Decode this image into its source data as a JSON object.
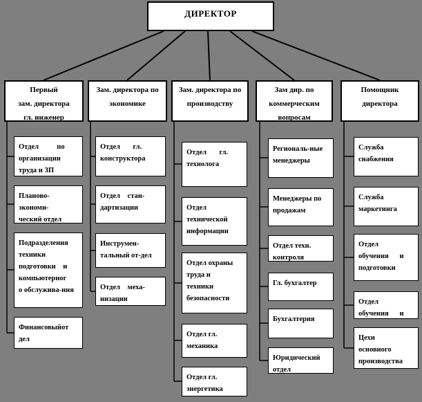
{
  "diagram": {
    "director": "ДИРЕКТОР",
    "branches": [
      {
        "label": "Первый\nзам. директора\nгл. инженер",
        "children": [
          "Отдел          по\nорганизации\nтруда и ЗП",
          "Планово-\nэкономи-\nческий отдел",
          "Подразделения\nтехники\nподготовки    и\nкомпьютерног\nо обслужива-ния",
          "Финансовыйот\nдел"
        ]
      },
      {
        "label": "Зам. директора по\nэкономике",
        "children": [
          "Отдел       гл.\nконструктора",
          "Отдел    стан-\nдартизации",
          "Инструмен-\nтальный от-дел",
          "Отдел    меха-\nнизации"
        ]
      },
      {
        "label": "Зам. директора по\nпроизводству",
        "children": [
          "Отдел       гл.\nтехнолога",
          "Отдел\nтехнической\nинформации",
          "Отдел охраны\nтруда и\nтехники\nбезопасности",
          "Отдел гл.\nмеханика",
          "Отдел гл.\nэнергетика"
        ]
      },
      {
        "label": "Зам дир. по\nкоммерческим\nвопросам",
        "children": [
          "Региональ-ные\nменеджеры",
          "Менеджеры по\nпродажам",
          "Отдел техн.\nконтроля",
          "Гл. бухгалтер",
          "Бухгалтерия",
          "Юридический\nотдел"
        ]
      },
      {
        "label": "Помощник\nдиректора",
        "children": [
          "Служба\nснабжения",
          "Служба\nмаркетинга",
          "Отдел\nобучения      и\nподготовки",
          "Отдел\nобучения      и",
          "Цехи\nосновного\nпроизводства"
        ]
      }
    ]
  }
}
